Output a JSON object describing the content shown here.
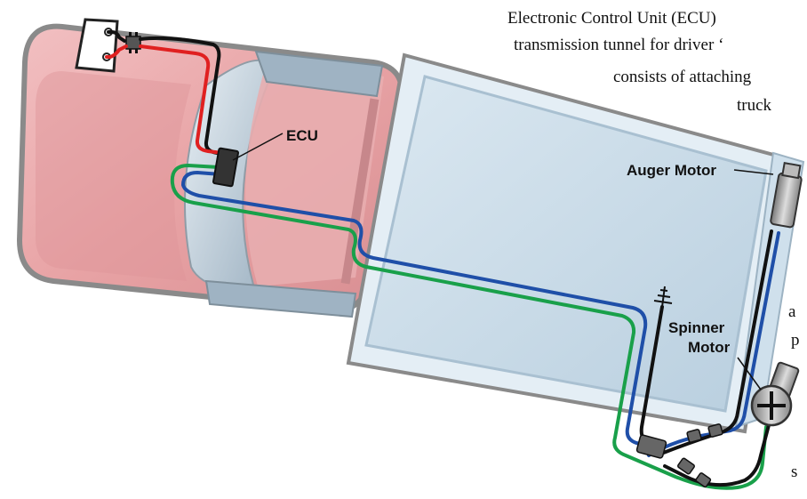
{
  "intro_text": {
    "line1": "Electronic Control Unit (ECU)",
    "line2": "transmission tunnel for driver ‘",
    "line3": "consists of attaching",
    "line4": "truck",
    "frag_a": "a",
    "frag_p": "p",
    "frag_s": "s"
  },
  "labels": {
    "ecu": "ECU",
    "auger_motor": "Auger Motor",
    "spinner_motor_line1": "Spinner",
    "spinner_motor_line2": "Motor"
  },
  "colors": {
    "cab": "#e8a3a5",
    "cab_dark": "#cf7f84",
    "bed": "#c9dcea",
    "bed_frame": "#9fb4c4",
    "wire_black": "#111111",
    "wire_red": "#e02020",
    "wire_blue": "#1f4fa8",
    "wire_green": "#19a04a"
  }
}
